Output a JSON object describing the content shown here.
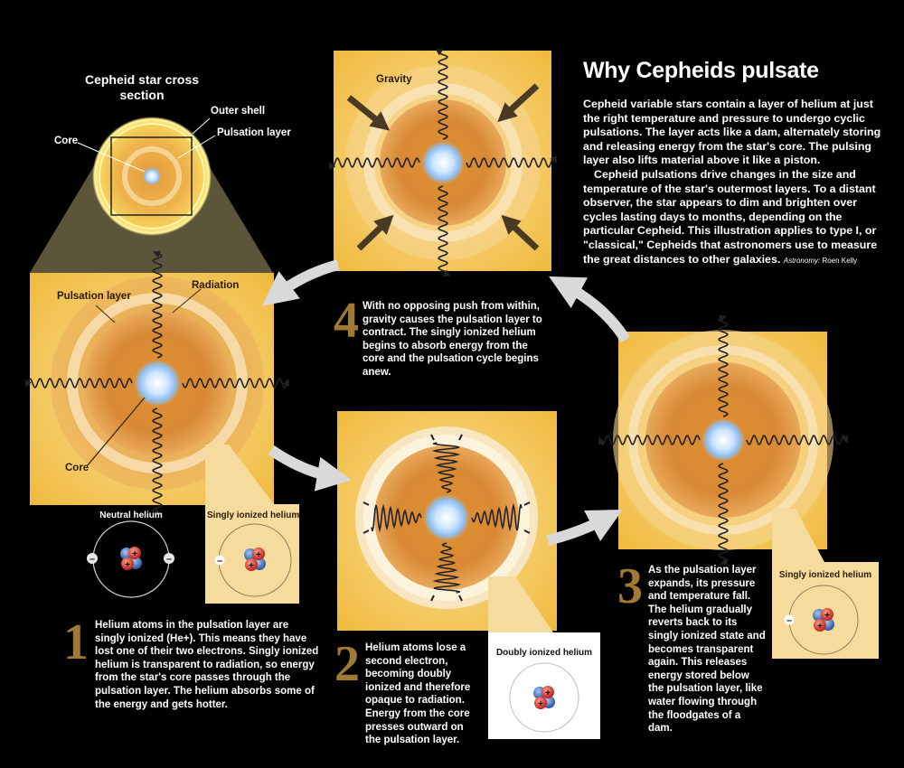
{
  "title": "Why Cepheids pulsate",
  "intro": {
    "p1": "Cepheid variable stars contain a layer of helium at just the right temperature and pressure to undergo cyclic pulsations. The layer acts like a dam, alternately storing and releasing energy from the star's core. The pulsing layer also lifts material above it like a piston.",
    "p2": "Cepheid pulsations drive changes in the size and temperature of the star's outermost layers. To a distant observer, the star appears to dim and brighten over cycles lasting days to months, depending on the particular Cepheid. This illustration applies to type I, or \"classical,\" Cepheids that astronomers use to measure the great distances to other galaxies.",
    "credit_source": "Astronomy:",
    "credit_name": "Roen Kelly"
  },
  "cross_section": {
    "title": "Cepheid star cross section",
    "outer_shell": "Outer shell",
    "pulsation_layer": "Pulsation layer",
    "core": "Core"
  },
  "panel1": {
    "pulsation_layer": "Pulsation layer",
    "radiation": "Radiation",
    "core": "Core"
  },
  "panel4": {
    "gravity": "Gravity"
  },
  "atoms": {
    "neutral": "Neutral helium",
    "singly": "Singly ionized helium",
    "doubly": "Doubly ionized helium",
    "singly3": "Singly ionized helium",
    "plus": "+",
    "minus": "–"
  },
  "steps": [
    {
      "number": "1",
      "text": "Helium atoms in the pulsation layer are singly ionized (He+). This means they have lost one of their two electrons. Singly ionized helium is transparent to radiation, so energy from the star's core passes through the pulsation layer. The helium absorbs some of the energy and gets hotter."
    },
    {
      "number": "2",
      "text": "Helium atoms lose a second electron, becoming doubly ionized and therefore opaque to radiation. Energy from the core presses outward on the pulsation layer."
    },
    {
      "number": "3",
      "text": "As the pulsation layer expands, its pressure and temperature fall. The helium gradually reverts back to its singly ionized state and becomes transparent again. This releases energy stored below the pulsation layer, like water flowing through the floodgates of a dam."
    },
    {
      "number": "4",
      "text": "With no opposing push from within, gravity causes the pulsation layer to contract. The singly ionized helium begins to absorb energy from the core and the pulsation cycle begins anew."
    }
  ],
  "colors": {
    "panel": "#f3c24a",
    "star_orange": "#d9862a",
    "core": "#cfe6ff",
    "proton": "#d23a2a",
    "neutron": "#3d6bb8",
    "text_number": "#a07a32"
  }
}
